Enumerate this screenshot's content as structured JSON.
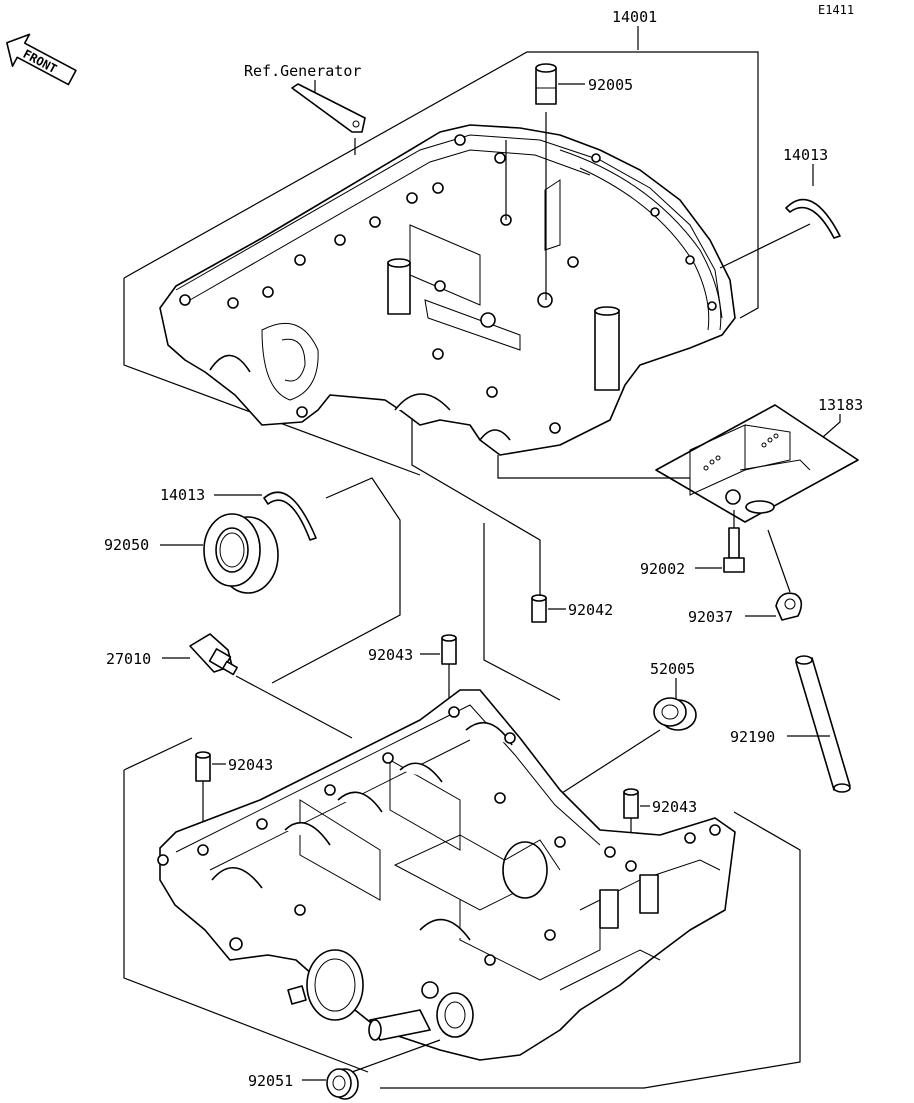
{
  "diagram_code": "E1411",
  "front_label": "FRONT",
  "ref_generator": "Ref.Generator",
  "parts": {
    "p14001": "14001",
    "p92005": "92005",
    "p14013_top": "14013",
    "p13183": "13183",
    "p14013_left": "14013",
    "p92050": "92050",
    "p92002": "92002",
    "p92037": "92037",
    "p92042": "92042",
    "p27010": "27010",
    "p92043_a": "92043",
    "p52005": "52005",
    "p92043_b": "92043",
    "p92043_c": "92043",
    "p92190": "92190",
    "p92051": "92051"
  }
}
